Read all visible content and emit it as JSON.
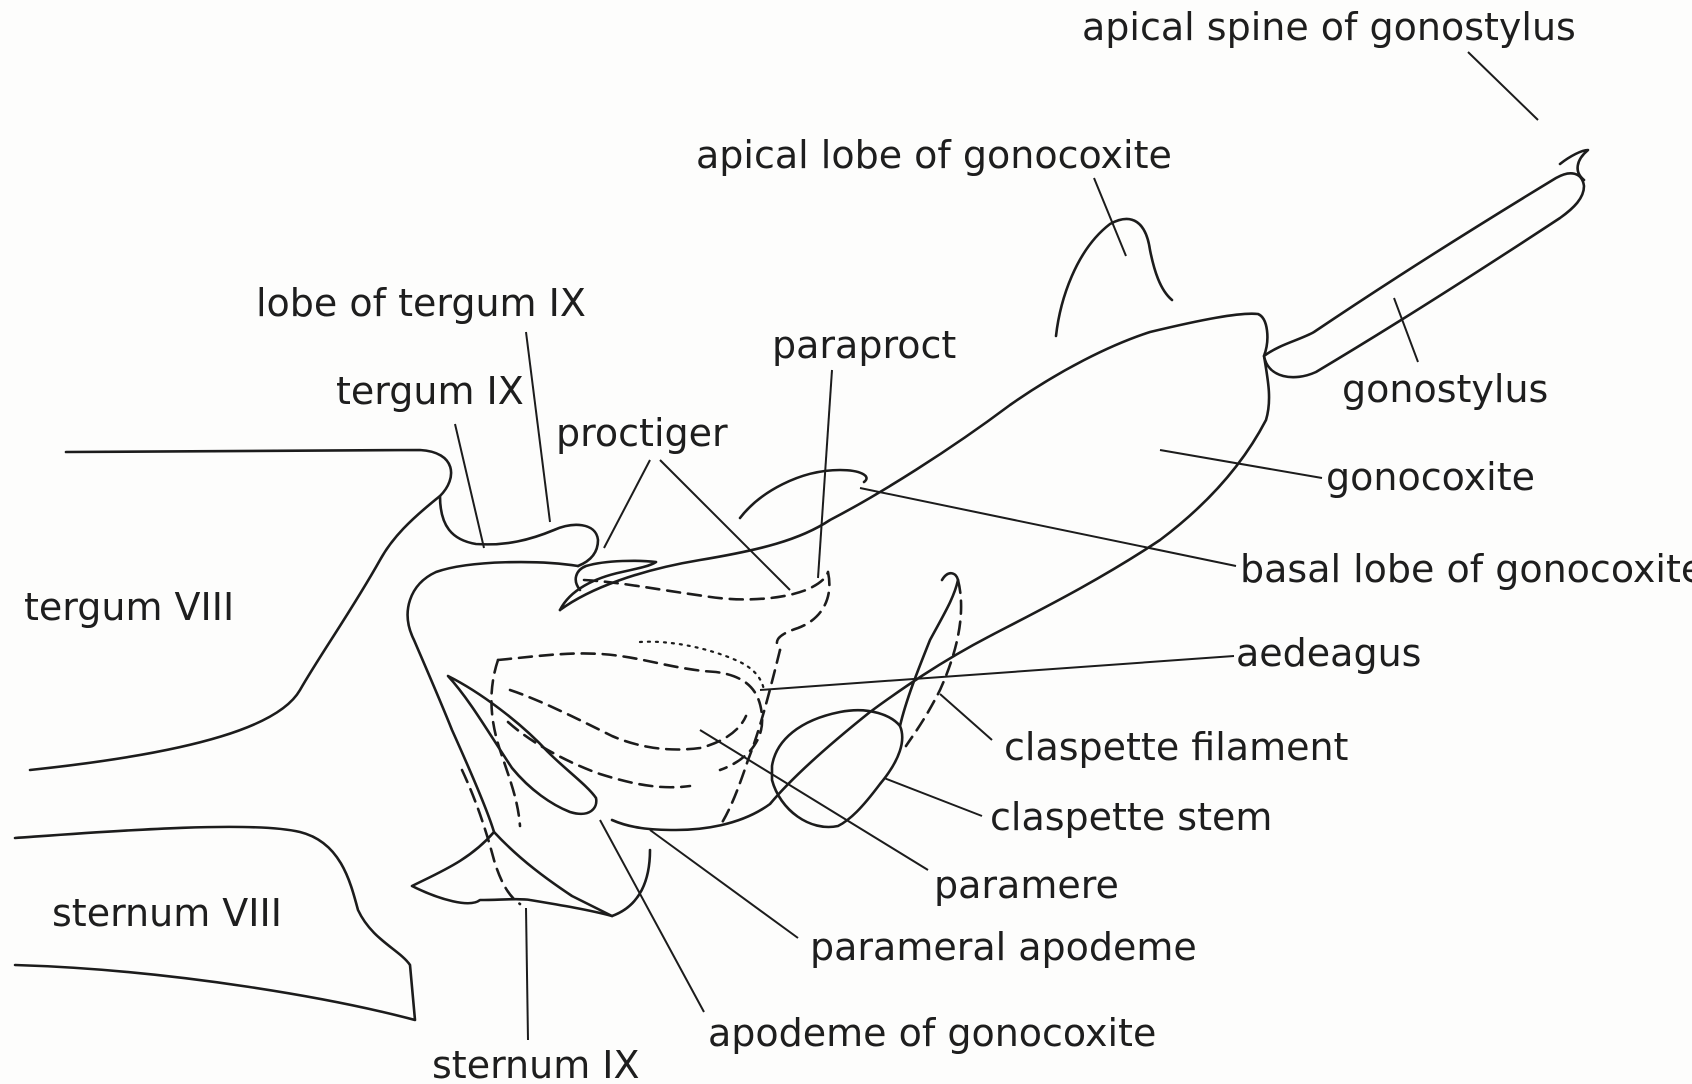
{
  "labels": {
    "apical_spine_of_gonostylus": "apical spine of gonostylus",
    "apical_lobe_of_gonocoxite": "apical lobe of gonocoxite",
    "lobe_of_tergum_ix": "lobe of tergum IX",
    "paraproct": "paraproct",
    "tergum_ix": "tergum IX",
    "proctiger": "proctiger",
    "gonostylus": "gonostylus",
    "gonocoxite": "gonocoxite",
    "tergum_viii": "tergum VIII",
    "basal_lobe_of_gonocoxite": "basal lobe of gonocoxite",
    "aedeagus": "aedeagus",
    "claspette_filament": "claspette filament",
    "claspette_stem": "claspette stem",
    "paramere": "paramere",
    "sternum_viii": "sternum VIII",
    "parameral_apodeme": "parameral apodeme",
    "apodeme_of_gonocoxite": "apodeme of gonocoxite",
    "sternum_ix": "sternum IX"
  },
  "colors": {
    "ink": "#1c1c1c",
    "paper": "#fdfdfc"
  }
}
